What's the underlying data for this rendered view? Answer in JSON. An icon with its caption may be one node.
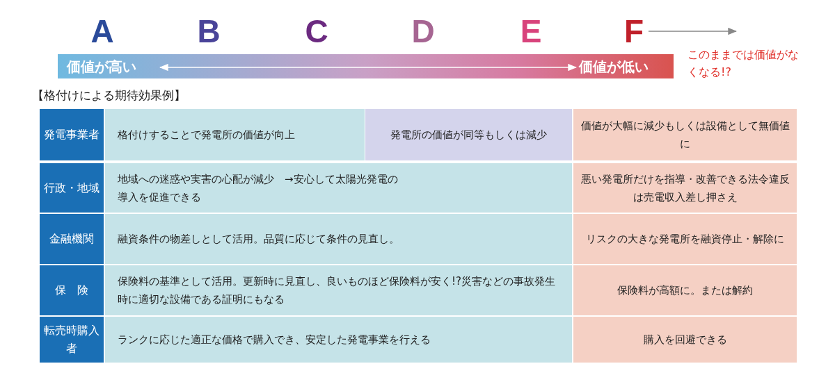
{
  "diagram": {
    "nodes": [
      {
        "text": [
          "F"
        ]
      },
      {
        "text": [
          "価値が高い"
        ]
      },
      {
        "text": [
          "価値が低い"
        ]
      }
    ],
    "edges": [
      {
        "from": 0,
        "to": null,
        "arrow": "to"
      },
      {
        "from": 1,
        "to": 2,
        "arrow": "both",
        "color": "#ffffff"
      }
    ],
    "labels": [
      "A",
      "B",
      "C",
      "D",
      "E",
      "このままでは価値がなくなる!?",
      "【格付けによる期待効果例】",
      "発電事業者",
      "格付けすることで発電所の価値が向上",
      "発電所の価値が同等もしくは減少",
      "価値が大幅に減少もしくは設備として無価値に",
      "行政・地域",
      "地域への迷惑や実害の心配が減少　→安心して太陽光発電の導入を促進できる",
      "悪い発電所だけを指導・改善できる法令違反は売電収入差し押さえ",
      "金融機関",
      "融資条件の物差しとして活用。品質に応じて条件の見直し。",
      "リスクの大きな発電所を融資停止・解除に",
      "保　険",
      "保険料の基準として活用。更新時に見直し、良いものほど保険料が安く!?災害などの事故発生時に適切な設備である証明にもなる",
      "保険料が高額に。または解約",
      "転売時購入者",
      "ランクに応じた適正な価格で購入でき、安定した発電事業を行える",
      "購入を回避できる"
    ]
  }
}
